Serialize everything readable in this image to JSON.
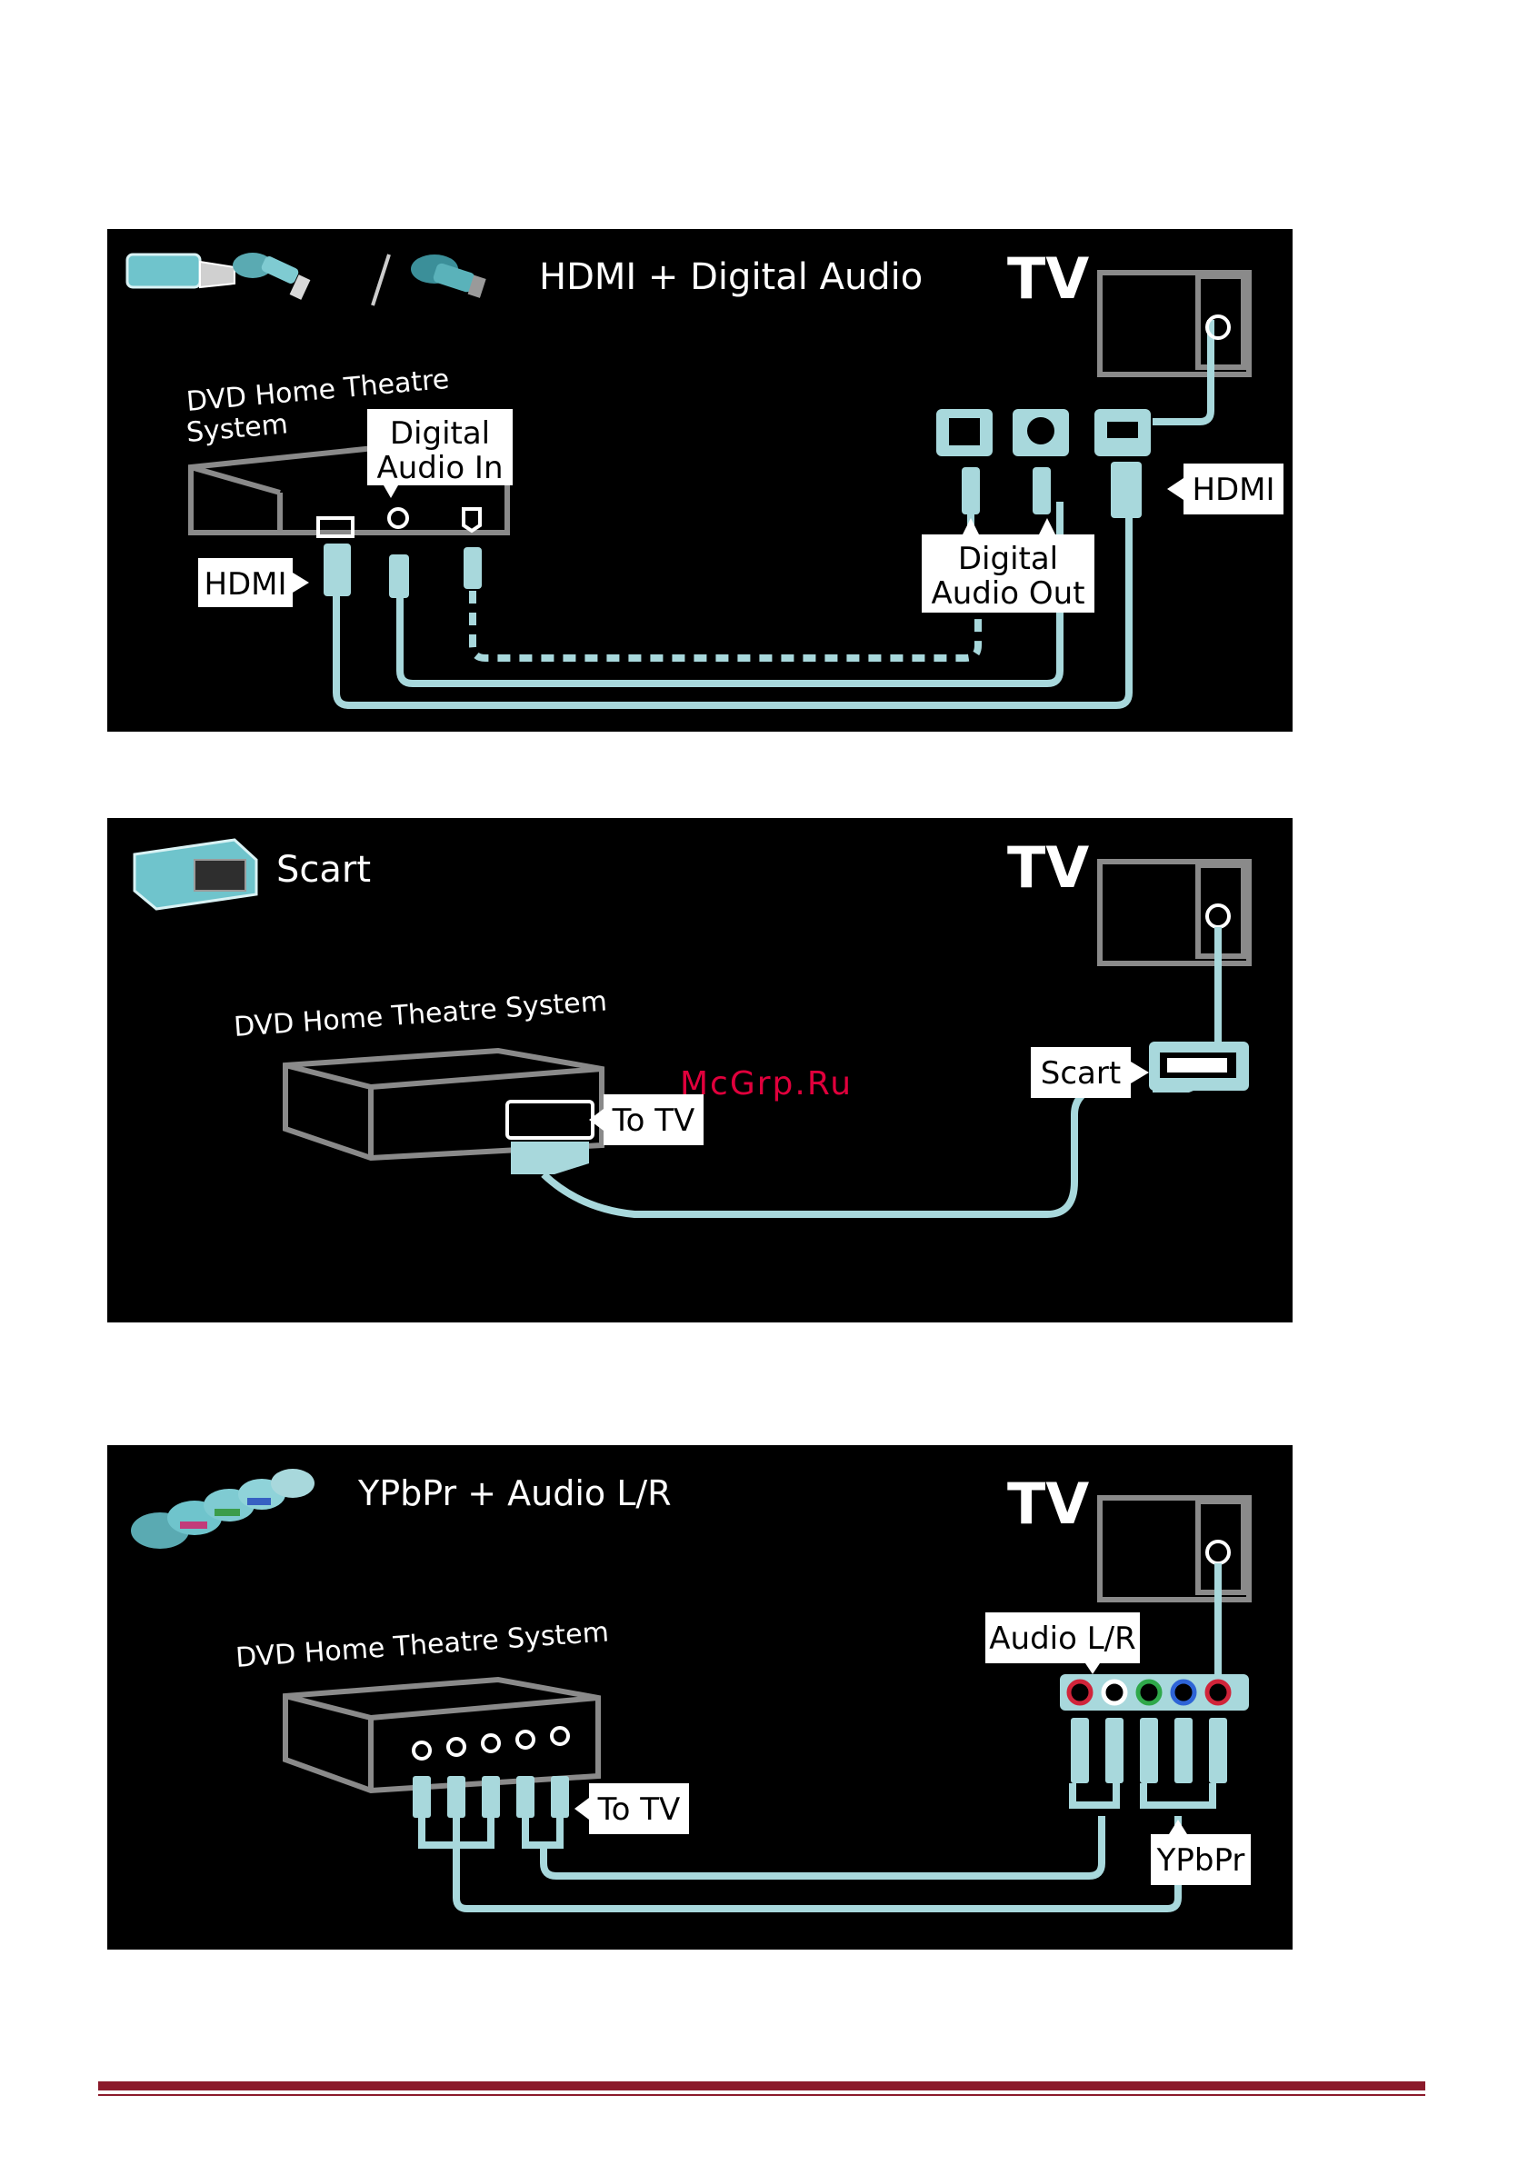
{
  "panels": [
    {
      "title": "HDMI + Digital Audio",
      "tv_label": "TV",
      "device_label_line1": "DVD Home Theatre",
      "device_label_line2": "System",
      "callout_digital_in_1": "Digital",
      "callout_digital_in_2": "Audio In",
      "callout_hdmi_left": "HDMI",
      "callout_hdmi_right": "HDMI",
      "callout_digital_out_1": "Digital",
      "callout_digital_out_2": "Audio Out"
    },
    {
      "title": "Scart",
      "tv_label": "TV",
      "device_label": "DVD Home Theatre System",
      "callout_to_tv": "To TV",
      "callout_scart": "Scart"
    },
    {
      "title": "YPbPr + Audio L/R",
      "tv_label": "TV",
      "device_label": "DVD Home Theatre System",
      "callout_to_tv": "To TV",
      "callout_audio": "Audio L/R",
      "callout_ypbpr": "YPbPr"
    }
  ],
  "watermark": "McGrp.Ru",
  "colors": {
    "panel_bg": "#000000",
    "cable": "#a8d8dc",
    "outline": "#8a8a8a",
    "footer": "#8b1a2b",
    "watermark": "#e0003c"
  }
}
